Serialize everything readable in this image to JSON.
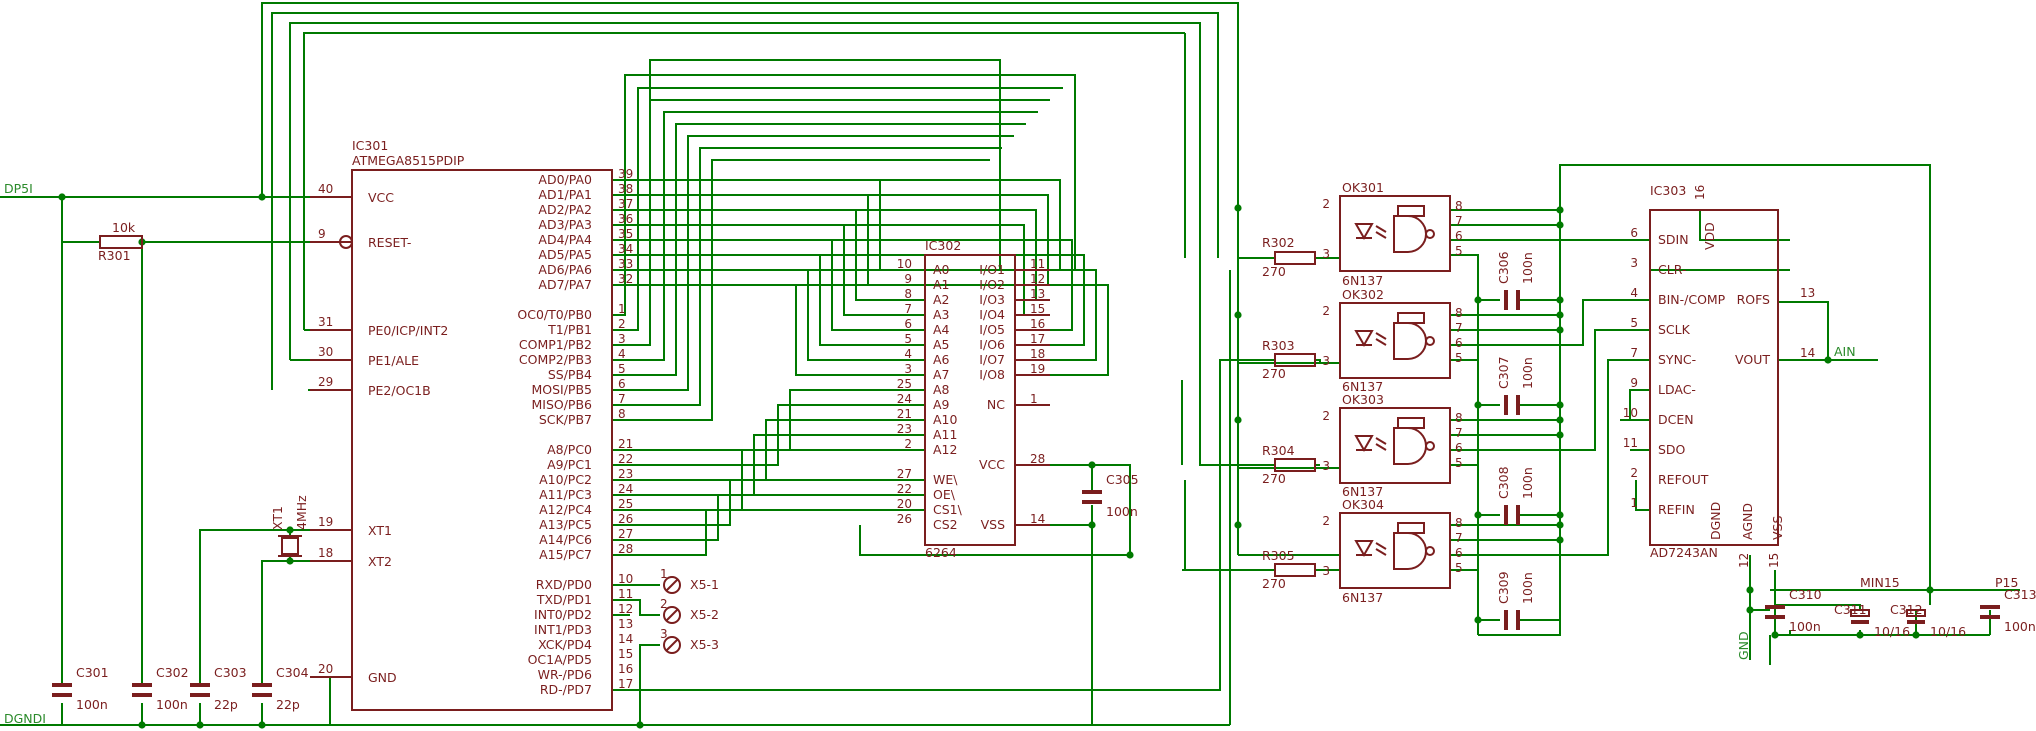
{
  "nets": {
    "supply": "DP5I",
    "ground": "DGNDI",
    "analog_out": "AIN",
    "minus15": "MIN15",
    "plus15": "P15",
    "gnd": "GND"
  },
  "colors": {
    "wire": "#007a00",
    "part": "#7a1e1e",
    "background": "#ffffff"
  },
  "ic301": {
    "ref": "IC301",
    "value": "ATMEGA8515PDIP",
    "left": [
      {
        "pin": "40",
        "label": "VCC"
      },
      {
        "pin": "9",
        "label": "RESET-"
      },
      {
        "pin": "31",
        "label": "PE0/ICP/INT2"
      },
      {
        "pin": "30",
        "label": "PE1/ALE"
      },
      {
        "pin": "29",
        "label": "PE2/OC1B"
      },
      {
        "pin": "19",
        "label": "XT1"
      },
      {
        "pin": "18",
        "label": "XT2"
      },
      {
        "pin": "20",
        "label": "GND"
      }
    ],
    "right": [
      {
        "pin": "39",
        "label": "AD0/PA0"
      },
      {
        "pin": "38",
        "label": "AD1/PA1"
      },
      {
        "pin": "37",
        "label": "AD2/PA2"
      },
      {
        "pin": "36",
        "label": "AD3/PA3"
      },
      {
        "pin": "35",
        "label": "AD4/PA4"
      },
      {
        "pin": "34",
        "label": "AD5/PA5"
      },
      {
        "pin": "33",
        "label": "AD6/PA6"
      },
      {
        "pin": "32",
        "label": "AD7/PA7"
      },
      {
        "pin": "1",
        "label": "OC0/T0/PB0"
      },
      {
        "pin": "2",
        "label": "T1/PB1"
      },
      {
        "pin": "3",
        "label": "COMP1/PB2"
      },
      {
        "pin": "4",
        "label": "COMP2/PB3"
      },
      {
        "pin": "5",
        "label": "SS/PB4"
      },
      {
        "pin": "6",
        "label": "MOSI/PB5"
      },
      {
        "pin": "7",
        "label": "MISO/PB6"
      },
      {
        "pin": "8",
        "label": "SCK/PB7"
      },
      {
        "pin": "21",
        "label": "A8/PC0"
      },
      {
        "pin": "22",
        "label": "A9/PC1"
      },
      {
        "pin": "23",
        "label": "A10/PC2"
      },
      {
        "pin": "24",
        "label": "A11/PC3"
      },
      {
        "pin": "25",
        "label": "A12/PC4"
      },
      {
        "pin": "26",
        "label": "A13/PC5"
      },
      {
        "pin": "27",
        "label": "A14/PC6"
      },
      {
        "pin": "28",
        "label": "A15/PC7"
      },
      {
        "pin": "10",
        "label": "RXD/PD0"
      },
      {
        "pin": "11",
        "label": "TXD/PD1"
      },
      {
        "pin": "12",
        "label": "INT0/PD2"
      },
      {
        "pin": "13",
        "label": "INT1/PD3"
      },
      {
        "pin": "14",
        "label": "XCK/PD4"
      },
      {
        "pin": "15",
        "label": "OC1A/PD5"
      },
      {
        "pin": "16",
        "label": "WR-/PD6"
      },
      {
        "pin": "17",
        "label": "RD-/PD7"
      }
    ]
  },
  "ic302": {
    "ref": "IC302",
    "value": "6264",
    "left": [
      {
        "pin": "10",
        "label": "A0"
      },
      {
        "pin": "9",
        "label": "A1"
      },
      {
        "pin": "8",
        "label": "A2"
      },
      {
        "pin": "7",
        "label": "A3"
      },
      {
        "pin": "6",
        "label": "A4"
      },
      {
        "pin": "5",
        "label": "A5"
      },
      {
        "pin": "4",
        "label": "A6"
      },
      {
        "pin": "3",
        "label": "A7"
      },
      {
        "pin": "25",
        "label": "A8"
      },
      {
        "pin": "24",
        "label": "A9"
      },
      {
        "pin": "21",
        "label": "A10"
      },
      {
        "pin": "23",
        "label": "A11"
      },
      {
        "pin": "2",
        "label": "A12"
      },
      {
        "pin": "27",
        "label": "WE\\"
      },
      {
        "pin": "22",
        "label": "OE\\"
      },
      {
        "pin": "20",
        "label": "CS1\\"
      },
      {
        "pin": "26",
        "label": "CS2"
      }
    ],
    "right": [
      {
        "pin": "11",
        "label": "I/O1"
      },
      {
        "pin": "12",
        "label": "I/O2"
      },
      {
        "pin": "13",
        "label": "I/O3"
      },
      {
        "pin": "15",
        "label": "I/O4"
      },
      {
        "pin": "16",
        "label": "I/O5"
      },
      {
        "pin": "17",
        "label": "I/O6"
      },
      {
        "pin": "18",
        "label": "I/O7"
      },
      {
        "pin": "19",
        "label": "I/O8"
      },
      {
        "pin": "1",
        "label": "NC"
      },
      {
        "pin": "28",
        "label": "VCC"
      },
      {
        "pin": "14",
        "label": "VSS"
      }
    ]
  },
  "ic303": {
    "ref": "IC303",
    "value": "AD7243AN",
    "left": [
      {
        "pin": "6",
        "label": "SDIN"
      },
      {
        "pin": "3",
        "label": "CLR-"
      },
      {
        "pin": "4",
        "label": "BIN-/COMP"
      },
      {
        "pin": "5",
        "label": "SCLK"
      },
      {
        "pin": "7",
        "label": "SYNC-"
      },
      {
        "pin": "9",
        "label": "LDAC-"
      },
      {
        "pin": "10",
        "label": "DCEN"
      },
      {
        "pin": "11",
        "label": "SDO"
      },
      {
        "pin": "2",
        "label": "REFOUT"
      },
      {
        "pin": "1",
        "label": "REFIN"
      }
    ],
    "right": [
      {
        "pin": "13",
        "label": "ROFS"
      },
      {
        "pin": "14",
        "label": "VOUT"
      }
    ],
    "top": {
      "pin": "16",
      "label": "VDD"
    },
    "bottom": [
      {
        "pin": "",
        "label": "DGND"
      },
      {
        "pin": "12",
        "label": "AGND"
      },
      {
        "pin": "15",
        "label": "VSS"
      }
    ]
  },
  "optocouplers": [
    {
      "ref": "OK301",
      "value": "6N137",
      "pins": [
        "2",
        "3",
        "8",
        "7",
        "6",
        "5"
      ]
    },
    {
      "ref": "OK302",
      "value": "6N137",
      "pins": [
        "2",
        "3",
        "8",
        "7",
        "6",
        "5"
      ]
    },
    {
      "ref": "OK303",
      "value": "6N137",
      "pins": [
        "2",
        "3",
        "8",
        "7",
        "6",
        "5"
      ]
    },
    {
      "ref": "OK304",
      "value": "6N137",
      "pins": [
        "2",
        "3",
        "8",
        "7",
        "6",
        "5"
      ]
    }
  ],
  "resistors": [
    {
      "ref": "R301",
      "value": "10k"
    },
    {
      "ref": "R302",
      "value": "270"
    },
    {
      "ref": "R303",
      "value": "270"
    },
    {
      "ref": "R304",
      "value": "270"
    },
    {
      "ref": "R305",
      "value": "270"
    }
  ],
  "capacitors": [
    {
      "ref": "C301",
      "value": "100n"
    },
    {
      "ref": "C302",
      "value": "100n"
    },
    {
      "ref": "C303",
      "value": "22p"
    },
    {
      "ref": "C304",
      "value": "22p"
    },
    {
      "ref": "C305",
      "value": "100n"
    },
    {
      "ref": "C306",
      "value": "100n"
    },
    {
      "ref": "C307",
      "value": "100n"
    },
    {
      "ref": "C308",
      "value": "100n"
    },
    {
      "ref": "C309",
      "value": "100n"
    },
    {
      "ref": "C310",
      "value": "100n"
    },
    {
      "ref": "C311",
      "value": "10/16"
    },
    {
      "ref": "C312",
      "value": "10/16"
    },
    {
      "ref": "C313",
      "value": "100n"
    }
  ],
  "crystal": {
    "ref": "XT1",
    "value": "4MHz"
  },
  "connectors": [
    {
      "ref": "X5-1",
      "pin": "1"
    },
    {
      "ref": "X5-2",
      "pin": "2"
    },
    {
      "ref": "X5-3",
      "pin": "3"
    }
  ]
}
